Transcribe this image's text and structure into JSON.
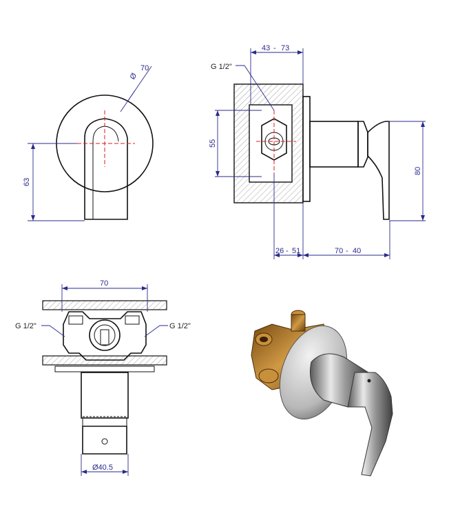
{
  "dimensions": {
    "front_diameter_symbol": "Ø",
    "front_diameter_value": "70",
    "front_height": "63",
    "side_width_primary": "43",
    "side_width_sep": "-",
    "side_width_secondary": "73",
    "side_thread": "G 1/2\"",
    "side_height_left": "55",
    "side_height_right": "80",
    "side_depth_a_primary": "26",
    "side_depth_a_sep": "-",
    "side_depth_a_secondary": "51",
    "side_depth_b_primary": "70",
    "side_depth_b_sep": "-",
    "side_depth_b_secondary": "40",
    "top_width": "70",
    "top_thread_left": "G 1/2\"",
    "top_thread_right": "G 1/2\"",
    "top_diameter": "Ø40.5"
  },
  "colors": {
    "dimension": "#2a2a8c",
    "centerline": "#e01818",
    "brass": "#b07a2a",
    "chrome": "#9a9a9a"
  }
}
